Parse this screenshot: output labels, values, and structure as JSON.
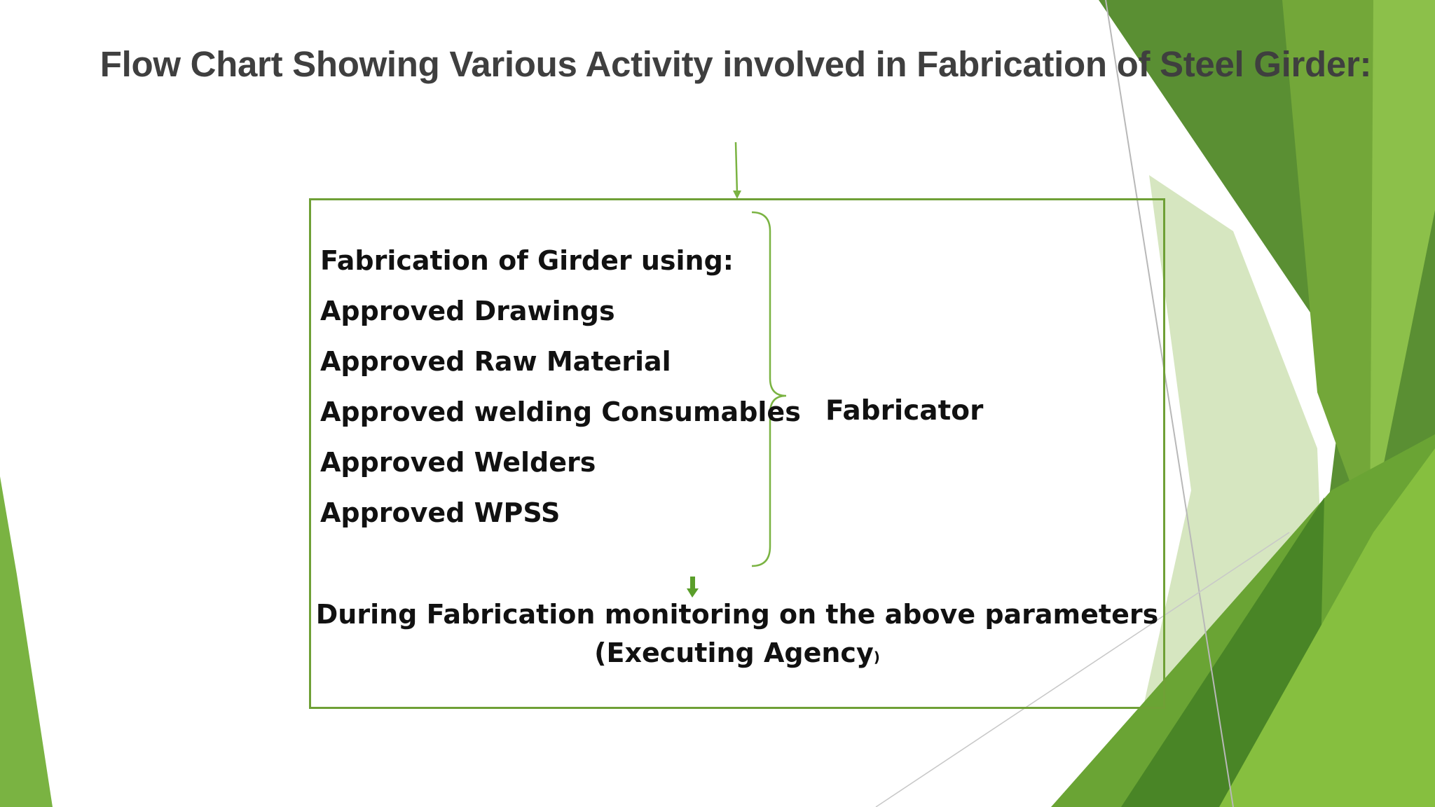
{
  "slide": {
    "title": "Flow Chart Showing Various Activity involved in Fabrication of Steel Girder:"
  },
  "diagram": {
    "box": {
      "heading": "Fabrication of Girder using:",
      "items": [
        "Approved Drawings",
        "Approved Raw Material",
        "Approved welding Consumables",
        "Approved Welders",
        "Approved WPSS"
      ],
      "brace_label": "Fabricator",
      "monitoring_line1": "During Fabrication monitoring on the above parameters",
      "monitoring_line2": "(Executing Agency",
      "monitoring_close": ")"
    },
    "colors": {
      "accent_green": "#7ab342",
      "dark_green": "#4e8a2c",
      "box_border": "#6fa036"
    }
  }
}
